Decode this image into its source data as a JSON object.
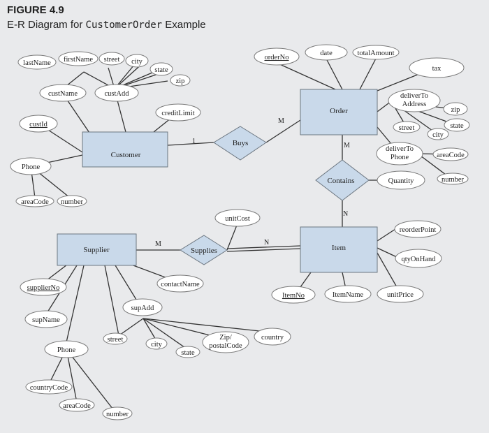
{
  "figure": {
    "label": "FIGURE 4.9",
    "caption_prefix": "E-R Diagram for ",
    "caption_code": "CustomerOrder",
    "caption_suffix": " Example"
  },
  "entities": {
    "customer": "Customer",
    "order": "Order",
    "supplier": "Supplier",
    "item": "Item"
  },
  "relationships": {
    "buys": "Buys",
    "contains": "Contains",
    "supplies": "Supplies"
  },
  "cardinalities": {
    "buys_customer": "1",
    "buys_order": "M",
    "contains_order": "M",
    "contains_item": "N",
    "supplies_supplier": "M",
    "supplies_item": "N"
  },
  "attributes": {
    "lastName": "lastName",
    "firstName": "firstName",
    "street_c": "street",
    "city_c": "city",
    "state_c": "state",
    "zip_c": "zip",
    "custName": "custName",
    "custAdd": "custAdd",
    "creditLimit": "creditLimit",
    "custId": "custId",
    "phone_c": "Phone",
    "areaCode_c": "areaCode",
    "number_c": "number",
    "orderNo": "orderNo",
    "date": "date",
    "totalAmount": "totalAmount",
    "tax": "tax",
    "deliverToAddress_1": "deliverTo",
    "deliverToAddress_2": "Address",
    "zip_o": "zip",
    "state_o": "state",
    "street_o": "street",
    "city_o": "city",
    "deliverToPhone_1": "deliverTo",
    "deliverToPhone_2": "Phone",
    "areaCode_o": "areaCode",
    "number_o": "number",
    "quantity": "Quantity",
    "unitCost": "unitCost",
    "reorderPoint": "reorderPoint",
    "qtyOnHand": "qtyOnHand",
    "unitPrice": "unitPrice",
    "itemNo": "ItemNo",
    "itemName": "ItemName",
    "supplierNo": "supplierNo",
    "supName": "supName",
    "phone_s": "Phone",
    "countryCode": "countryCode",
    "areaCode_s": "areaCode",
    "number_s": "number",
    "contactName": "contactName",
    "supAdd": "supAdd",
    "street_s": "street",
    "city_s": "city",
    "state_s": "state",
    "zipPostal_1": "Zip/",
    "zipPostal_2": "postalCode",
    "country": "country"
  }
}
